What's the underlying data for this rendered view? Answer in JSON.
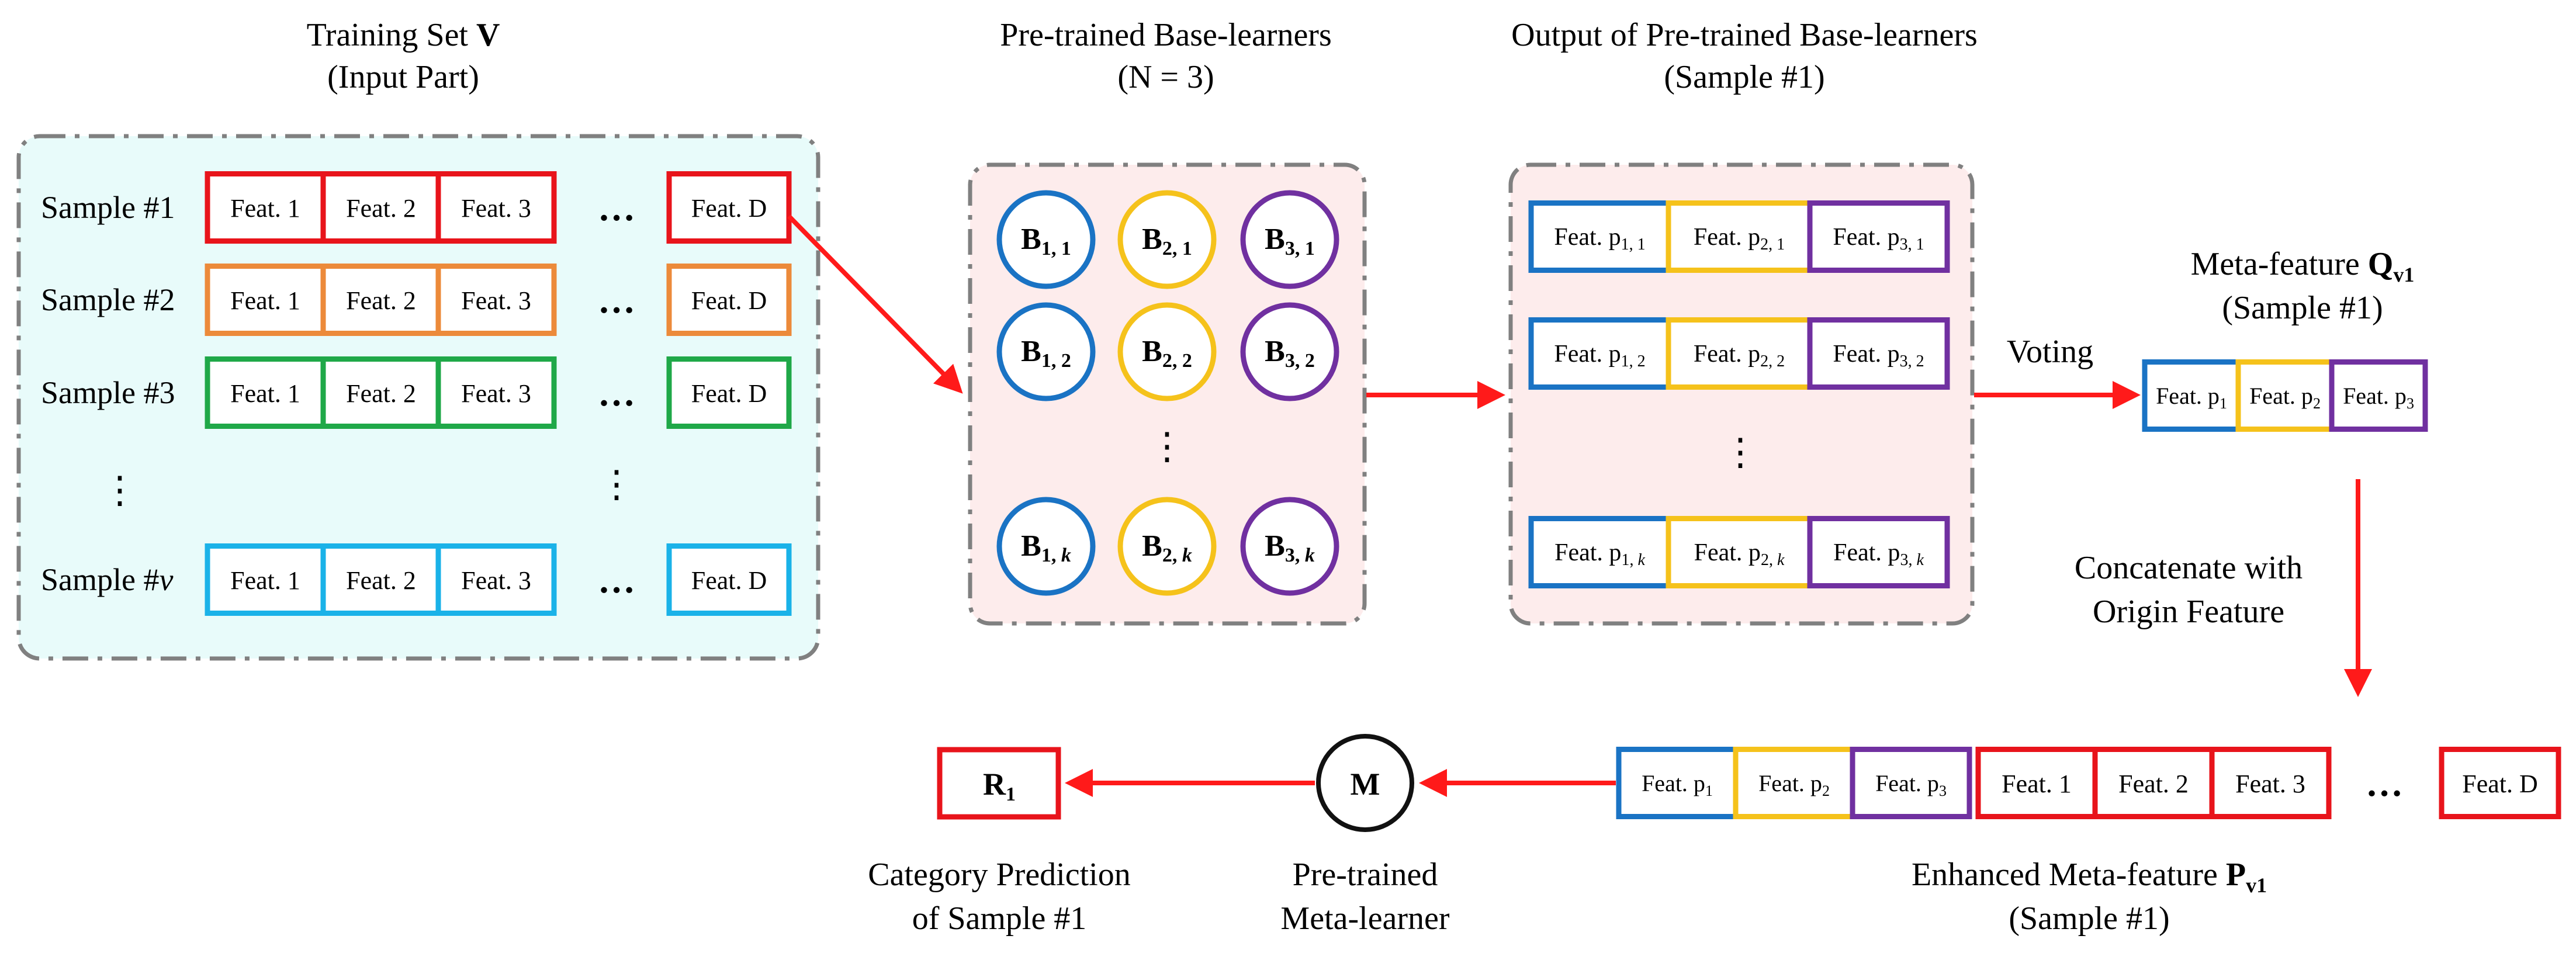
{
  "training_set": {
    "title_prefix": "Training Set ",
    "title_symbol": "V",
    "subtitle": "(Input Part)",
    "samples": [
      {
        "label_prefix": "Sample #",
        "label_index": "1",
        "color": "#e8141b"
      },
      {
        "label_prefix": "Sample #",
        "label_index": "2",
        "color": "#ec8a3a"
      },
      {
        "label_prefix": "Sample #",
        "label_index": "3",
        "color": "#1fa848"
      },
      {
        "label_prefix": "Sample #",
        "label_index": "v",
        "color": "#1ab2e8"
      }
    ],
    "features": [
      "Feat. 1",
      "Feat. 2",
      "Feat. 3"
    ],
    "last_feature": "Feat. D",
    "ellipsis": "…",
    "vdots": "⋮"
  },
  "base_learners": {
    "title": "Pre-trained Base-learners",
    "subtitle": "(N = 3)",
    "letter": "B",
    "learner_ids": [
      "1",
      "2",
      "3"
    ],
    "row_ids": [
      "1",
      "2",
      "k"
    ],
    "colors": [
      "#1a73c4",
      "#f5c21b",
      "#7030a0"
    ],
    "vdots": "⋮"
  },
  "outputs": {
    "title": "Output of Pre-trained Base-learners",
    "subtitle": "(Sample #1)",
    "feat_prefix": "Feat. p",
    "vdots": "⋮"
  },
  "voting": {
    "label": "Voting"
  },
  "meta_feature": {
    "title_prefix": "Meta-feature ",
    "symbol": "Q",
    "symbol_sub": "v1",
    "subtitle": "(Sample #1)",
    "cells": [
      {
        "prefix": "Feat. p",
        "sub": "1"
      },
      {
        "prefix": "Feat. p",
        "sub": "2"
      },
      {
        "prefix": "Feat. p",
        "sub": "3"
      }
    ]
  },
  "concatenate": {
    "line1": "Concatenate with",
    "line2": "Origin Feature"
  },
  "enhanced": {
    "title_prefix": "Enhanced Meta-feature ",
    "symbol": "P",
    "symbol_sub": "v1",
    "subtitle": "(Sample #1)",
    "features": [
      "Feat. 1",
      "Feat. 2",
      "Feat. 3"
    ],
    "last_feature": "Feat. D",
    "ellipsis": "…"
  },
  "meta_learner": {
    "symbol": "M",
    "line1": "Pre-trained",
    "line2": "Meta-learner"
  },
  "result": {
    "symbol": "R",
    "sub": "1",
    "line1": "Category Prediction",
    "line2": "of Sample #1"
  },
  "colors": {
    "arrow": "#ff1a1a",
    "dashed_border": "#808080",
    "input_panel_fill": "#e8fbfa",
    "learner_panel_fill": "#fdecec",
    "result_border": "#e8141b"
  }
}
